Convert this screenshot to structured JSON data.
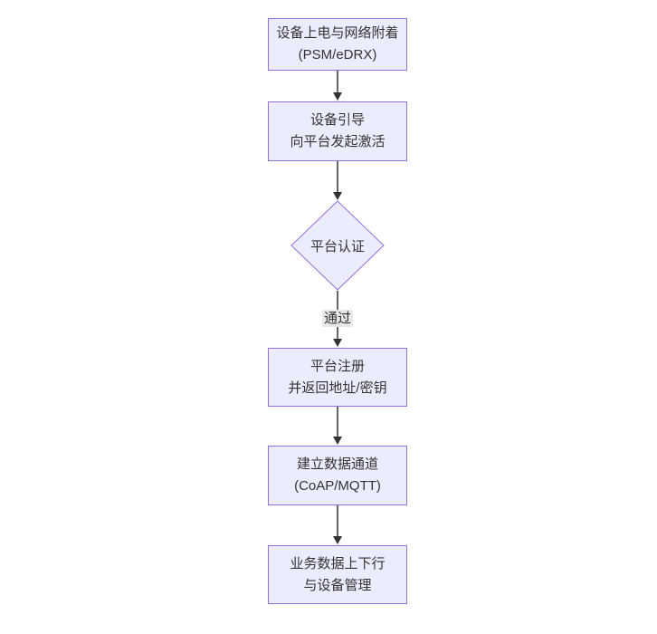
{
  "diagram": {
    "type": "flowchart",
    "direction": "top-down",
    "colors": {
      "node_fill": "#ECECFF",
      "node_border": "#9370DB",
      "text": "#333333",
      "edge_line": "#333333",
      "edge_label_bg": "#e8e8e8",
      "background": "#ffffff"
    },
    "nodes": [
      {
        "id": "power-attach",
        "shape": "rect",
        "lines": [
          "设备上电与网络附着",
          "(PSM/eDRX)"
        ]
      },
      {
        "id": "bootstrap",
        "shape": "rect",
        "lines": [
          "设备引导",
          "向平台发起激活"
        ]
      },
      {
        "id": "platform-auth",
        "shape": "diamond",
        "lines": [
          "平台认证"
        ]
      },
      {
        "id": "register",
        "shape": "rect",
        "lines": [
          "平台注册",
          "并返回地址/密钥"
        ]
      },
      {
        "id": "data-channel",
        "shape": "rect",
        "lines": [
          "建立数据通道",
          "(CoAP/MQTT)"
        ]
      },
      {
        "id": "business-data",
        "shape": "rect",
        "lines": [
          "业务数据上下行",
          "与设备管理"
        ]
      }
    ],
    "edges": [
      {
        "from": "power-attach",
        "to": "bootstrap",
        "label": ""
      },
      {
        "from": "bootstrap",
        "to": "platform-auth",
        "label": ""
      },
      {
        "from": "platform-auth",
        "to": "register",
        "label": "通过"
      },
      {
        "from": "register",
        "to": "data-channel",
        "label": ""
      },
      {
        "from": "data-channel",
        "to": "business-data",
        "label": ""
      }
    ]
  }
}
